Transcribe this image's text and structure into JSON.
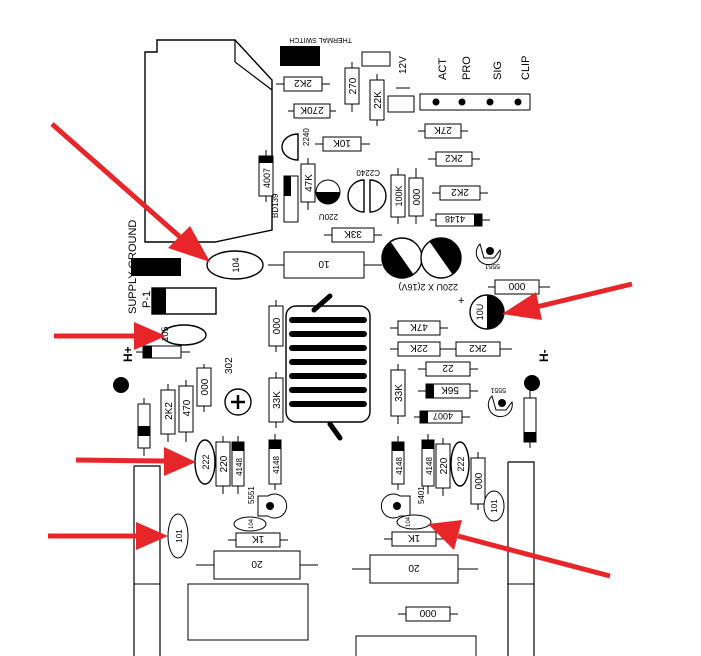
{
  "labels": {
    "thermal_switch": "THERMAL SWITCH",
    "v12": "12V",
    "act": "ACT",
    "pro": "PRO",
    "sig": "SIG",
    "clip": "CLIP",
    "supply_ground": "SUPPLY GROUND",
    "p1": "P-1",
    "h_plus": "H+",
    "h_minus": "H-",
    "bd139": "BD139",
    "cap_220u": "220U",
    "cap_c2240": "C2240",
    "cap_2240": "2240",
    "caps_220u_x2": "220U X 2(16V)",
    "t5551_top": "5551",
    "t5551_mid": "5551",
    "t5551_left": "5551",
    "t5401": "5401",
    "q302": "302",
    "cap_10u": "10U",
    "cap_104_main": "104",
    "cap_105": "105",
    "cap_101_left": "101",
    "cap_101_right": "101",
    "cap_104_small_l": "104",
    "cap_104_small_r": "104"
  },
  "resistors": {
    "r_2k2_top": "2K2",
    "r_270k": "270K",
    "r_270": "270",
    "r_22k_v": "22K",
    "r_27k": "27K",
    "r_10k": "10K",
    "r_2k2_b": "2K2",
    "r_2k2_c": "2K2",
    "r_100k": "100K",
    "r_000_a": "000",
    "r_47k_v": "47K",
    "r_33k_h": "33K",
    "r_10_big": "10",
    "r_000_b": "000",
    "r_000_c": "000",
    "r_47k_h": "47K",
    "r_22k_h": "22K",
    "r_2k2_d": "2K2",
    "r_22": "22",
    "r_56k": "56K",
    "r_33k_v_left": "33K",
    "r_33k_v_right": "33K",
    "r_2k2_v": "2K2",
    "r_470": "470",
    "r_000_d": "000",
    "r_222_left": "222",
    "r_220_left": "220",
    "r_220_right": "220",
    "r_222_right": "222",
    "r_000_e": "000",
    "r_1k_left": "1K",
    "r_1k_right": "1K",
    "r_20_left": "20",
    "r_20_right": "20",
    "r_000_bottom": "000"
  },
  "diodes": {
    "d_4007_v": "4007",
    "d_4148_top": "4148",
    "d_4007_h": "4007",
    "d_4148_l1": "4148",
    "d_4148_l2": "4148",
    "d_4148_r1": "4148",
    "d_4148_r2": "4148"
  },
  "colors": {
    "ink": "#000000",
    "arrow": "#e8262a",
    "background": "#ffffff"
  }
}
